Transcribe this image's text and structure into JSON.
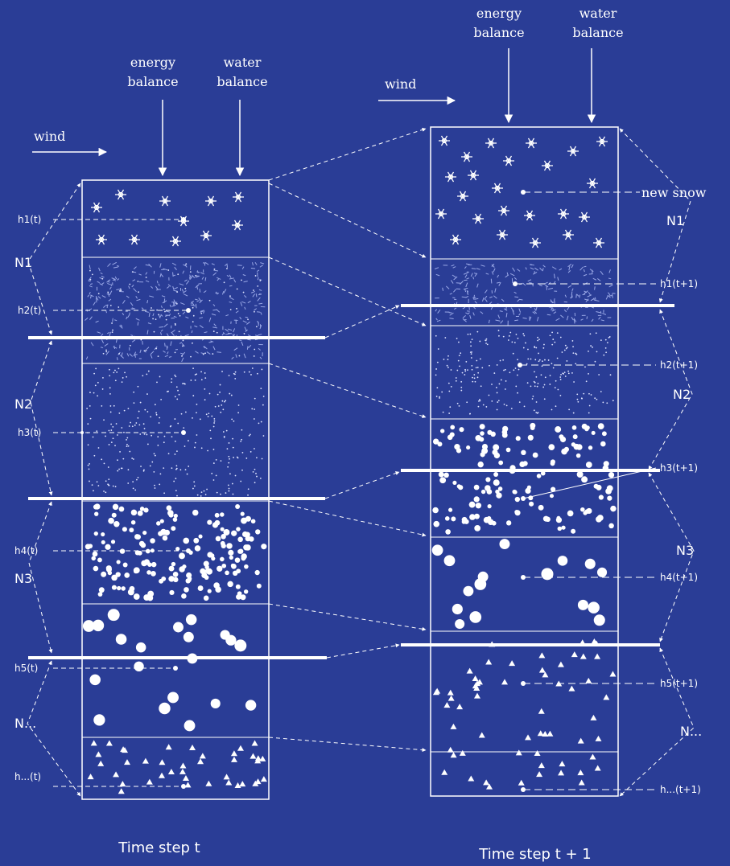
{
  "left": {
    "inputs": {
      "energy_line1": "energy",
      "energy_line2": "balance",
      "water_line1": "water",
      "water_line2": "balance",
      "wind": "wind"
    },
    "labels": {
      "h1": "h1(t)",
      "h2": "h2(t)",
      "h3": "h3(t)",
      "h4": "h4(t)",
      "h5": "h5(t)",
      "hn": "h...(t)",
      "n1": "N1",
      "n2": "N2",
      "n3": "N3",
      "nn": "N..."
    },
    "caption": "Time step  t"
  },
  "right": {
    "inputs": {
      "energy_line1": "energy",
      "energy_line2": "balance",
      "water_line1": "water",
      "water_line2": "balance",
      "wind": "wind"
    },
    "labels": {
      "new_snow": "new snow",
      "h1": "h1(t+1)",
      "h2": "h2(t+1)",
      "h3": "h3(t+1)",
      "h4": "h4(t+1)",
      "h5": "h5(t+1)",
      "hn": "h...(t+1)",
      "n1": "N1",
      "n2": "N2",
      "n3": "N3",
      "nn": "N..."
    },
    "caption": "Time step t + 1"
  },
  "colors": {
    "background": "#2a3d96",
    "lines": "#ffffff"
  },
  "layer_types": [
    "snowflakes",
    "dendritic-crystals",
    "fine-grains",
    "small-rounded-grains",
    "large-rounded-grains",
    "depth-hoar"
  ]
}
